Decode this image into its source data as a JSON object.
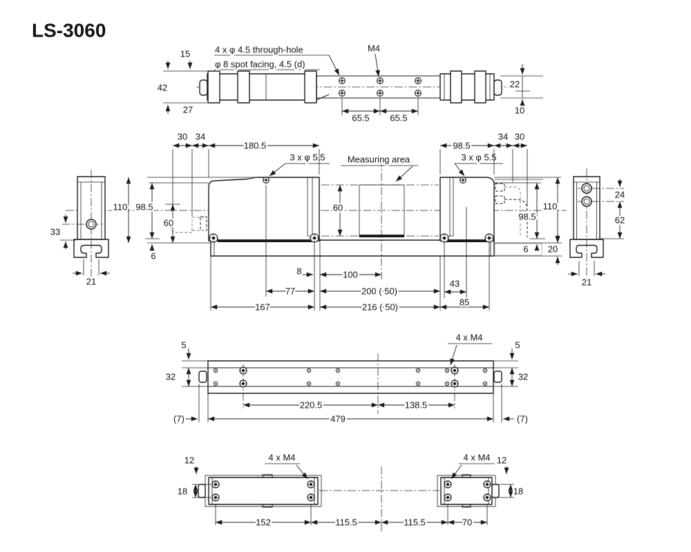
{
  "title": "LS-3060",
  "colors": {
    "line": "#1a1a1a",
    "gray": "#b4b4b4",
    "background": "#ffffff"
  },
  "top_view": {
    "callout_through_hole_line1": "4 x φ 4.5 through-hole",
    "callout_through_hole_line2": "φ 8 spot facing, 4.5 (d)",
    "callout_m4": "M4",
    "dim_15": "15",
    "dim_42": "42",
    "dim_27": "27",
    "dim_65_5_a": "65.5",
    "dim_65_5_b": "65.5",
    "dim_22": "22",
    "dim_10": "10"
  },
  "front_view": {
    "dim_30_left": "30",
    "dim_34_left": "34",
    "dim_180_5": "180.5",
    "callout_holes_left": "3 x φ 5.5",
    "label_measuring_area": "Measuring area",
    "dim_98_5_top": "98.5",
    "dim_34_right": "34",
    "dim_30_right": "30",
    "callout_holes_right": "3 x φ 5.5",
    "dim_110_left": "110",
    "dim_98_5_left": "98.5",
    "dim_60_cable": "60",
    "dim_6_left": "6",
    "dim_60_measuring": "60",
    "dim_98_5_right": "98.5",
    "dim_110_right": "110",
    "dim_6_right": "6",
    "dim_20_right": "20",
    "dim_8": "8",
    "dim_100": "100",
    "dim_77": "77",
    "dim_200": "200 ( 50)",
    "dim_43": "43",
    "dim_167": "167",
    "dim_216": "216 ( 50)",
    "dim_85": "85",
    "left_end_view": {
      "dim_33": "33",
      "dim_21": "21"
    },
    "right_end_view": {
      "dim_24": "24",
      "dim_62": "62",
      "dim_21": "21"
    }
  },
  "base_view": {
    "dim_5_left": "5",
    "dim_32_left": "32",
    "callout_m4": "4 x M4",
    "dim_5_right": "5",
    "dim_32_right": "32",
    "dim_220_5": "220.5",
    "dim_138_5": "138.5",
    "dim_7_left": "(7)",
    "dim_479": "479",
    "dim_7_right": "(7)"
  },
  "bottom_view": {
    "dim_12_left": "12",
    "dim_18_left": "18",
    "callout_m4_left": "4 x M4",
    "callout_m4_right": "4 x M4",
    "dim_12_right": "12",
    "dim_18_right": "18",
    "dim_152": "152",
    "dim_115_5_a": "115.5",
    "dim_115_5_b": "115.5",
    "dim_70": "70"
  }
}
